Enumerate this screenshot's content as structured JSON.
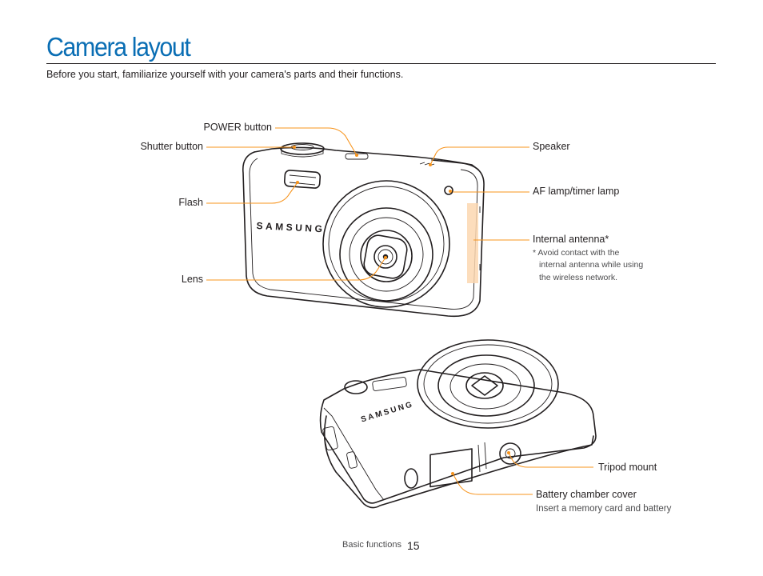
{
  "page": {
    "title": "Camera layout",
    "subtitle": "Before you start, familiarize yourself with your camera's parts and their functions."
  },
  "front_labels": {
    "power_button": "POWER button",
    "shutter_button": "Shutter button",
    "flash": "Flash",
    "lens": "Lens",
    "speaker": "Speaker",
    "af_lamp": "AF lamp/timer lamp",
    "internal_antenna": "Internal antenna*",
    "antenna_note": [
      "* Avoid contact with the",
      "internal antenna while using",
      "the wireless network."
    ]
  },
  "bottom_labels": {
    "tripod_mount": "Tripod mount",
    "battery_cover": "Battery chamber cover",
    "battery_note": "Insert a memory card and battery"
  },
  "brand": {
    "front": "SAMSUNG",
    "bottom": "SAMSUNG"
  },
  "footer": {
    "section": "Basic functions",
    "page_number": "15"
  },
  "colors": {
    "title": "#0a6eb4",
    "callout": "#f7941d",
    "antenna_highlight": "#fbd7b0"
  }
}
